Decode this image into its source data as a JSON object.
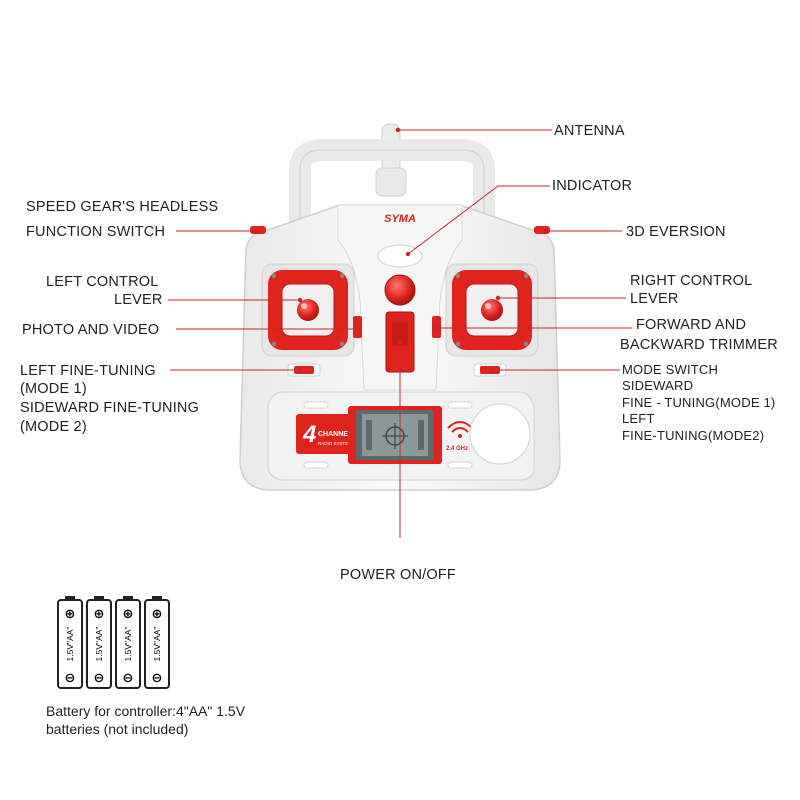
{
  "colors": {
    "accent": "#e0231c",
    "leader": "#c62828",
    "body": "#f4f4f4",
    "outline": "#d2d2d2",
    "screen": "#5c6a6e"
  },
  "brand": {
    "logo_text": "SYMA",
    "channel_number": "4",
    "channel_word": "CHANNEL",
    "radio_system": "RADIO SYSTEM",
    "band": "2.4 GHz"
  },
  "labels": {
    "antenna": "ANTENNA",
    "indicator": "INDICATOR",
    "speed_gear_line1": "SPEED GEAR'S HEADLESS",
    "speed_gear_line2": "FUNCTION SWITCH",
    "eversion": "3D EVERSION",
    "left_lever_line1": "LEFT CONTROL",
    "left_lever_line2": "LEVER",
    "right_lever_line1": "RIGHT CONTROL",
    "right_lever_line2": "LEVER",
    "photo_video": "PHOTO  AND VIDEO",
    "trimmer_line1": "FORWARD AND",
    "trimmer_line2": "BACKWARD TRIMMER",
    "left_tuning_line1": "LEFT FINE-TUNING",
    "left_tuning_line2": "(MODE 1)",
    "left_tuning_line3": "SIDEWARD FINE-TUNING",
    "left_tuning_line4": "(MODE 2)",
    "mode_switch_line1": "MODE SWITCH",
    "mode_switch_line2": "SIDEWARD",
    "mode_switch_line3": "FINE - TUNING(MODE 1)",
    "mode_switch_line4": "LEFT",
    "mode_switch_line5": "FINE-TUNING(MODE2)",
    "power": "POWER ON/OFF"
  },
  "batteries": {
    "count": 4,
    "cell_label": "1.5V\"AA\"",
    "caption_line1": "Battery for controller:4\"AA\" 1.5V",
    "caption_line2": "batteries (not included)"
  }
}
